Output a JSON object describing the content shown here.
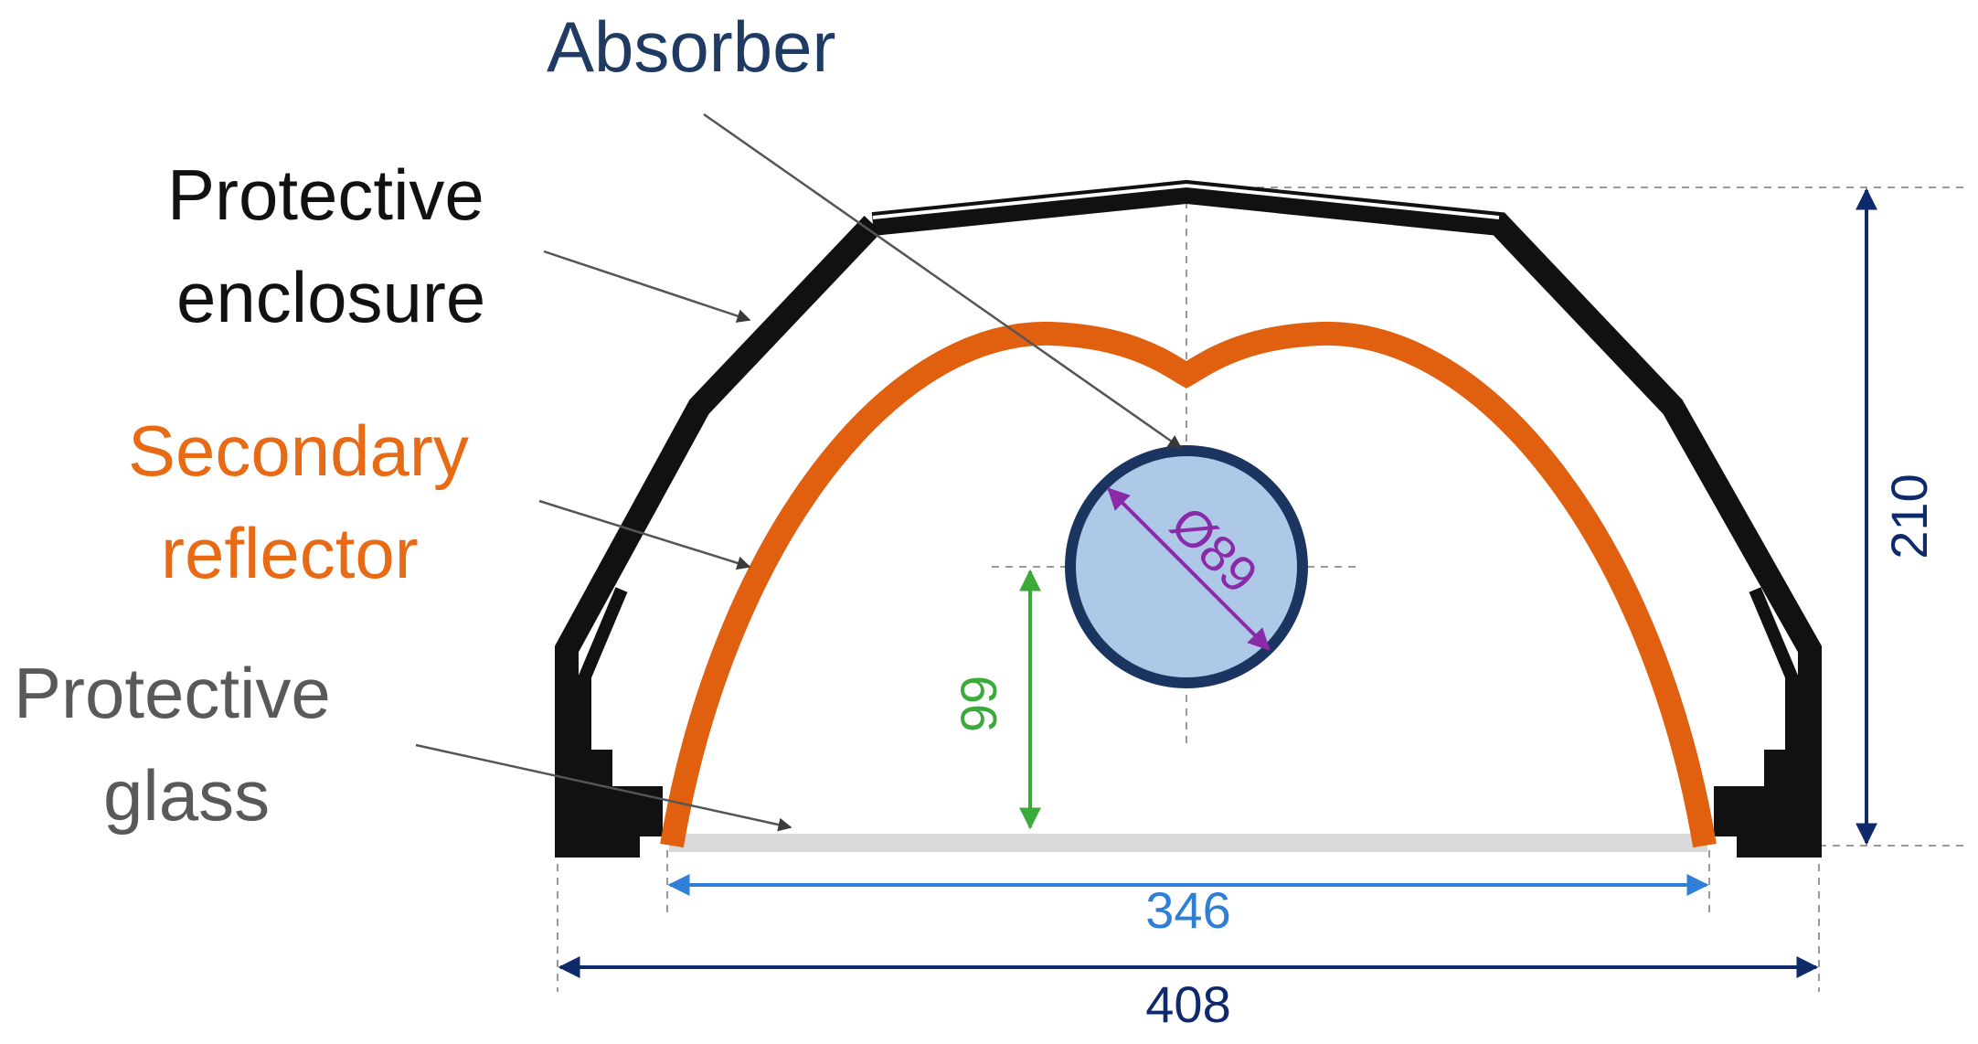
{
  "labels": {
    "absorber": "Absorber",
    "enclosure_line1": "Protective",
    "enclosure_line2": "enclosure",
    "reflector_line1": "Secondary",
    "reflector_line2": "reflector",
    "glass_line1": "Protective",
    "glass_line2": "glass"
  },
  "dimensions": {
    "diameter": "Ø89",
    "height_focal": "99",
    "height_total": "210",
    "width_aperture": "346",
    "width_total": "408"
  },
  "colors": {
    "absorber_label": "#1f3b63",
    "absorber_fill": "#aec8e8",
    "absorber_stroke": "#1b3560",
    "enclosure": "#111111",
    "enclosure_label": "#111111",
    "reflector": "#e06010",
    "reflector_label": "#e86a14",
    "glass": "#d9d9d9",
    "glass_label": "#595959",
    "dim_navy": "#0f2a6b",
    "dim_blue": "#2f7fd6",
    "dim_green": "#3aab3a",
    "dim_purple": "#8a2aa8",
    "leader": "#555555",
    "guide": "#9a9a9a"
  }
}
